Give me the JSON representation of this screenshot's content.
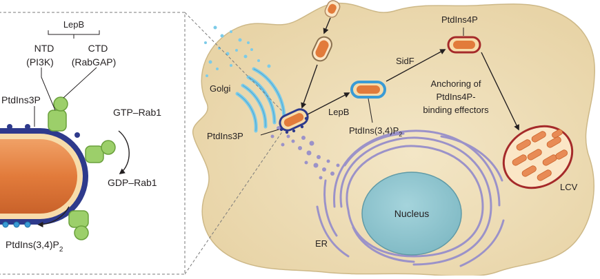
{
  "inset": {
    "lepb_label": "LepB",
    "ntd_label": "NTD",
    "pi3k_label": "(PI3K)",
    "ctd_label": "CTD",
    "rabgap_label": "(RabGAP)",
    "ptdins3p_label": "PtdIns3P",
    "gtp_rab1_label": "GTP–Rab1",
    "gdp_rab1_label": "GDP–Rab1",
    "ptdins34p2_label": "PtdIns(3,4)P",
    "ptdins34p2_sub": "2"
  },
  "cell": {
    "golgi_label": "Golgi",
    "ptdins3p_label": "PtdIns3P",
    "lepb_label": "LepB",
    "ptdins34p2_label": "PtdIns(3,4)P",
    "ptdins34p2_sub": "2",
    "sidf_label": "SidF",
    "ptdins4p_label": "PtdIns4P",
    "anchoring_line1": "Anchoring of",
    "anchoring_line2": "PtdIns4P-",
    "anchoring_line3": "binding effectors",
    "nucleus_label": "Nucleus",
    "er_label": "ER",
    "lcv_label": "LCV"
  },
  "colors": {
    "cytoplasm": "#eddcb5",
    "cell_border": "#cdb887",
    "bacterium_fill": "#e07b3e",
    "bacterium_inner": "#f7dcaa",
    "membrane_dark_blue": "#2e3a8c",
    "membrane_ring_blue": "#3a9bd5",
    "membrane_red": "#a52a2a",
    "golgi_blue": "#7ccbe8",
    "er_purple": "#9b92c9",
    "nucleus": "#8bc4ce",
    "lepb_green": "#9ccf6a",
    "lepb_green_border": "#6aa03c"
  }
}
